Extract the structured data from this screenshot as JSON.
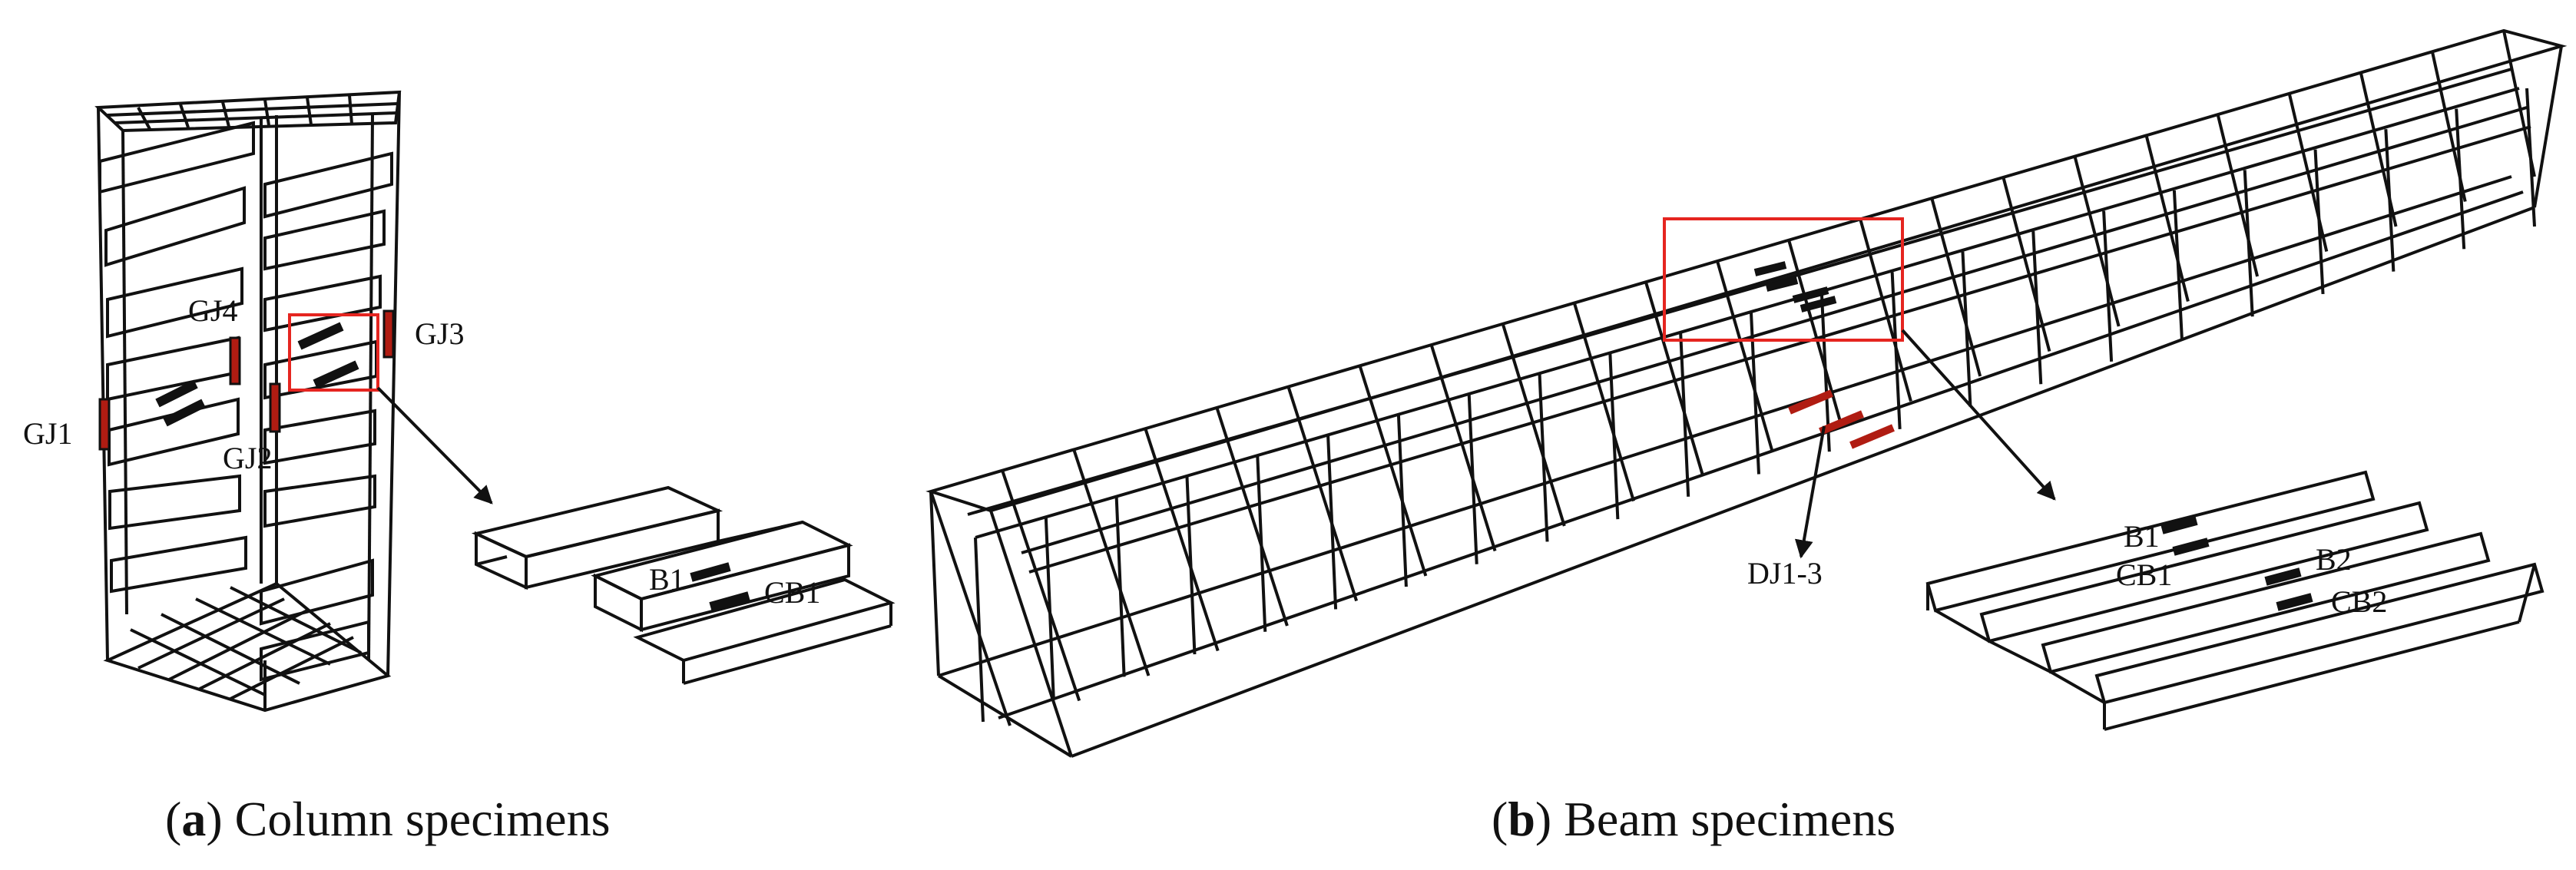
{
  "colors": {
    "wire": "#111111",
    "highlight": "#e52520",
    "gauge": "#111111",
    "red_gauge": "#b01c12"
  },
  "column": {
    "labels": {
      "gj1": "GJ1",
      "gj2": "GJ2",
      "gj3": "GJ3",
      "gj4": "GJ4",
      "b1": "B1",
      "cb1": "CB1"
    },
    "caption": {
      "letter": "a",
      "text": "Column specimens"
    }
  },
  "beam": {
    "labels": {
      "dj": "DJ1-3",
      "b1": "B1",
      "cb1": "CB1",
      "b2": "B2",
      "cb2": "CB2"
    },
    "caption": {
      "letter": "b",
      "text": "Beam specimens"
    }
  }
}
